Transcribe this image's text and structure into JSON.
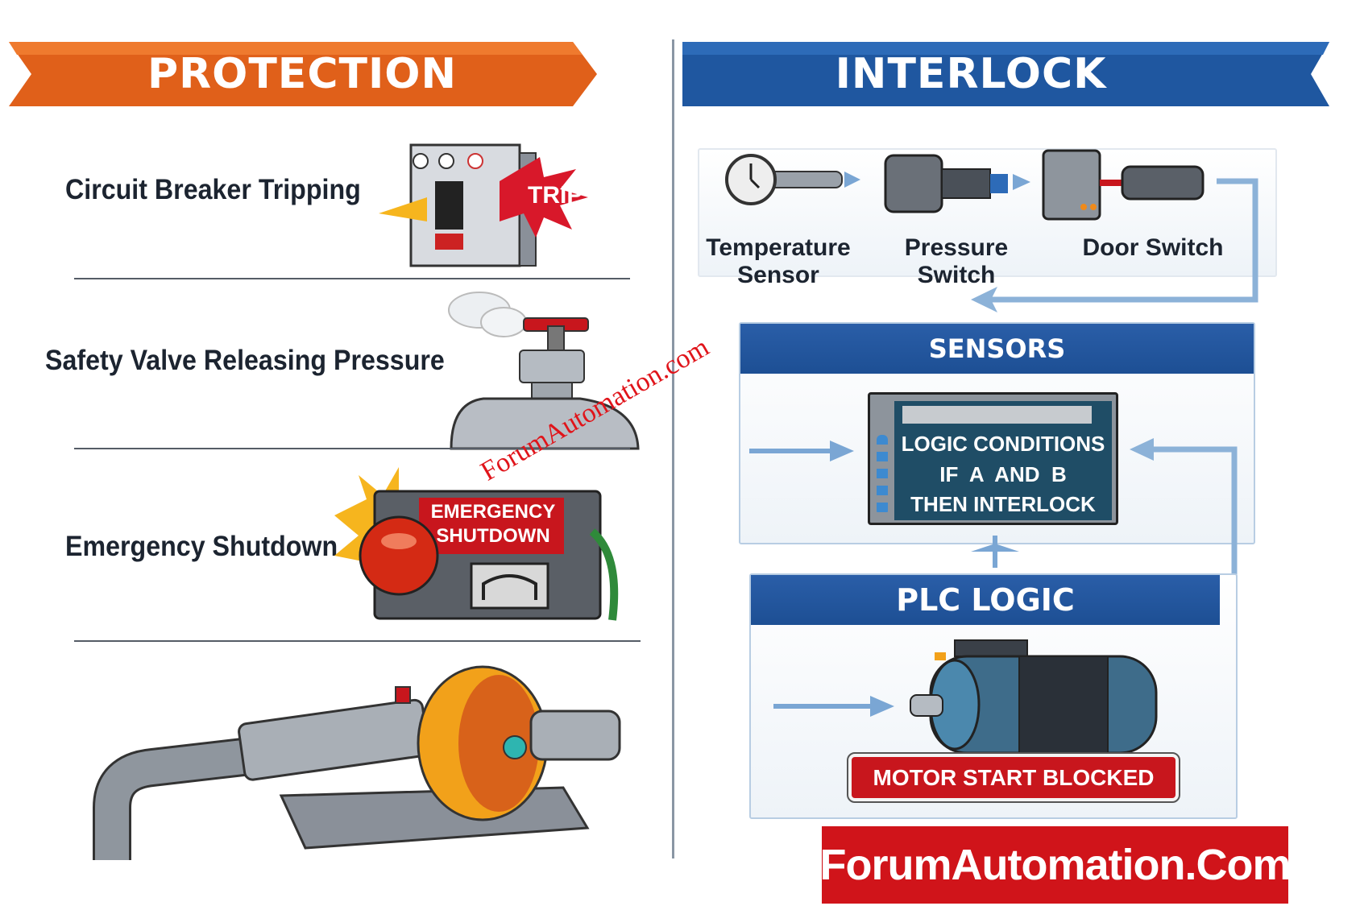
{
  "protection": {
    "title": "PROTECTION",
    "items": [
      {
        "label": "Circuit Breaker Tripping",
        "badge": "TRIP"
      },
      {
        "label": "Safety Valve Releasing Pressure"
      },
      {
        "label": "Emergency Shutdown",
        "badge_line1": "EMERGENCY",
        "badge_line2": "SHUTDOWN"
      }
    ]
  },
  "interlock": {
    "title": "INTERLOCK",
    "devices": [
      {
        "label_line1": "Temperature",
        "label_line2": "Sensor"
      },
      {
        "label_line1": "Pressure Switch"
      },
      {
        "label_line1": "Door Switch"
      }
    ],
    "sensors_title": "SENSORS",
    "logic_lines": [
      "LOGIC CONDITIONS",
      "IF  A  AND  B",
      "THEN INTERLOCK"
    ],
    "plc_title": "PLC LOGIC",
    "motor_status": "MOTOR START BLOCKED"
  },
  "branding": {
    "logo": "ForumAutomation.Com",
    "watermark": "ForumAutomation.com"
  },
  "colors": {
    "orange": "#e0601a",
    "blue": "#1f57a0",
    "red": "#c8161d",
    "arrow": "#7aa6d4"
  }
}
